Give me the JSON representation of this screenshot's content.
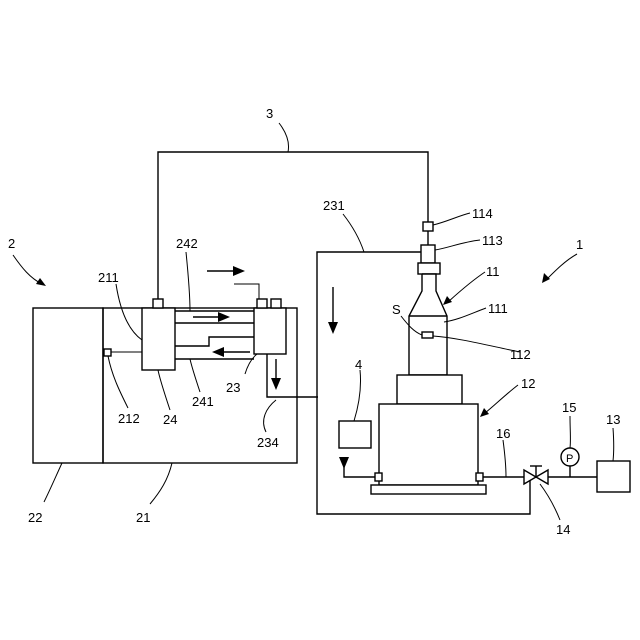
{
  "labels": {
    "n1": "1",
    "n2": "2",
    "n3": "3",
    "n4": "4",
    "n11": "11",
    "n12": "12",
    "n13": "13",
    "n14": "14",
    "n15": "15",
    "n16": "16",
    "n21": "21",
    "n22": "22",
    "n23": "23",
    "n24": "24",
    "n111": "111",
    "n112": "112",
    "n113": "113",
    "n114": "114",
    "n211": "211",
    "n212": "212",
    "n231": "231",
    "n234": "234",
    "n241": "241",
    "n242": "242",
    "s": "S",
    "gauge": "P"
  }
}
